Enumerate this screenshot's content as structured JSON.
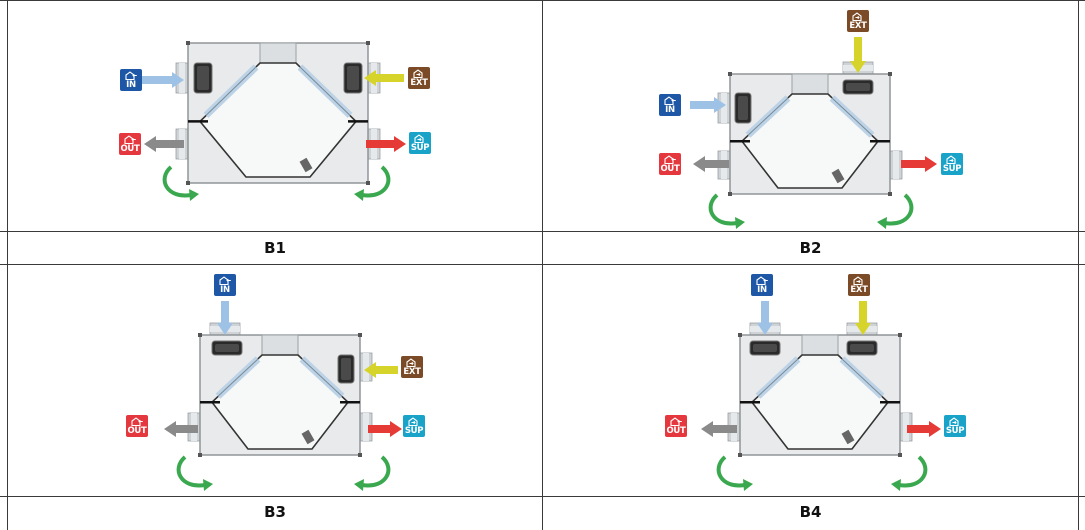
{
  "captions": [
    "B1",
    "B2",
    "B3",
    "B4"
  ],
  "badges": {
    "in": "IN",
    "ext": "EXT",
    "out": "OUT",
    "sup": "SUP"
  },
  "colors": {
    "in": "#1e57a6",
    "ext": "#7b4a26",
    "out": "#e5383e",
    "sup": "#1aa3c8",
    "arrow_in": "#9ec2e6",
    "arrow_ext": "#d6d42a",
    "arrow_out": "#8a8a8a",
    "arrow_sup": "#e53a35",
    "rotate_arrow": "#3aa84e",
    "border": "#3a3a3a"
  },
  "icons": {
    "house_in": "house-arrow-in-icon",
    "house_out": "house-arrow-out-icon"
  }
}
